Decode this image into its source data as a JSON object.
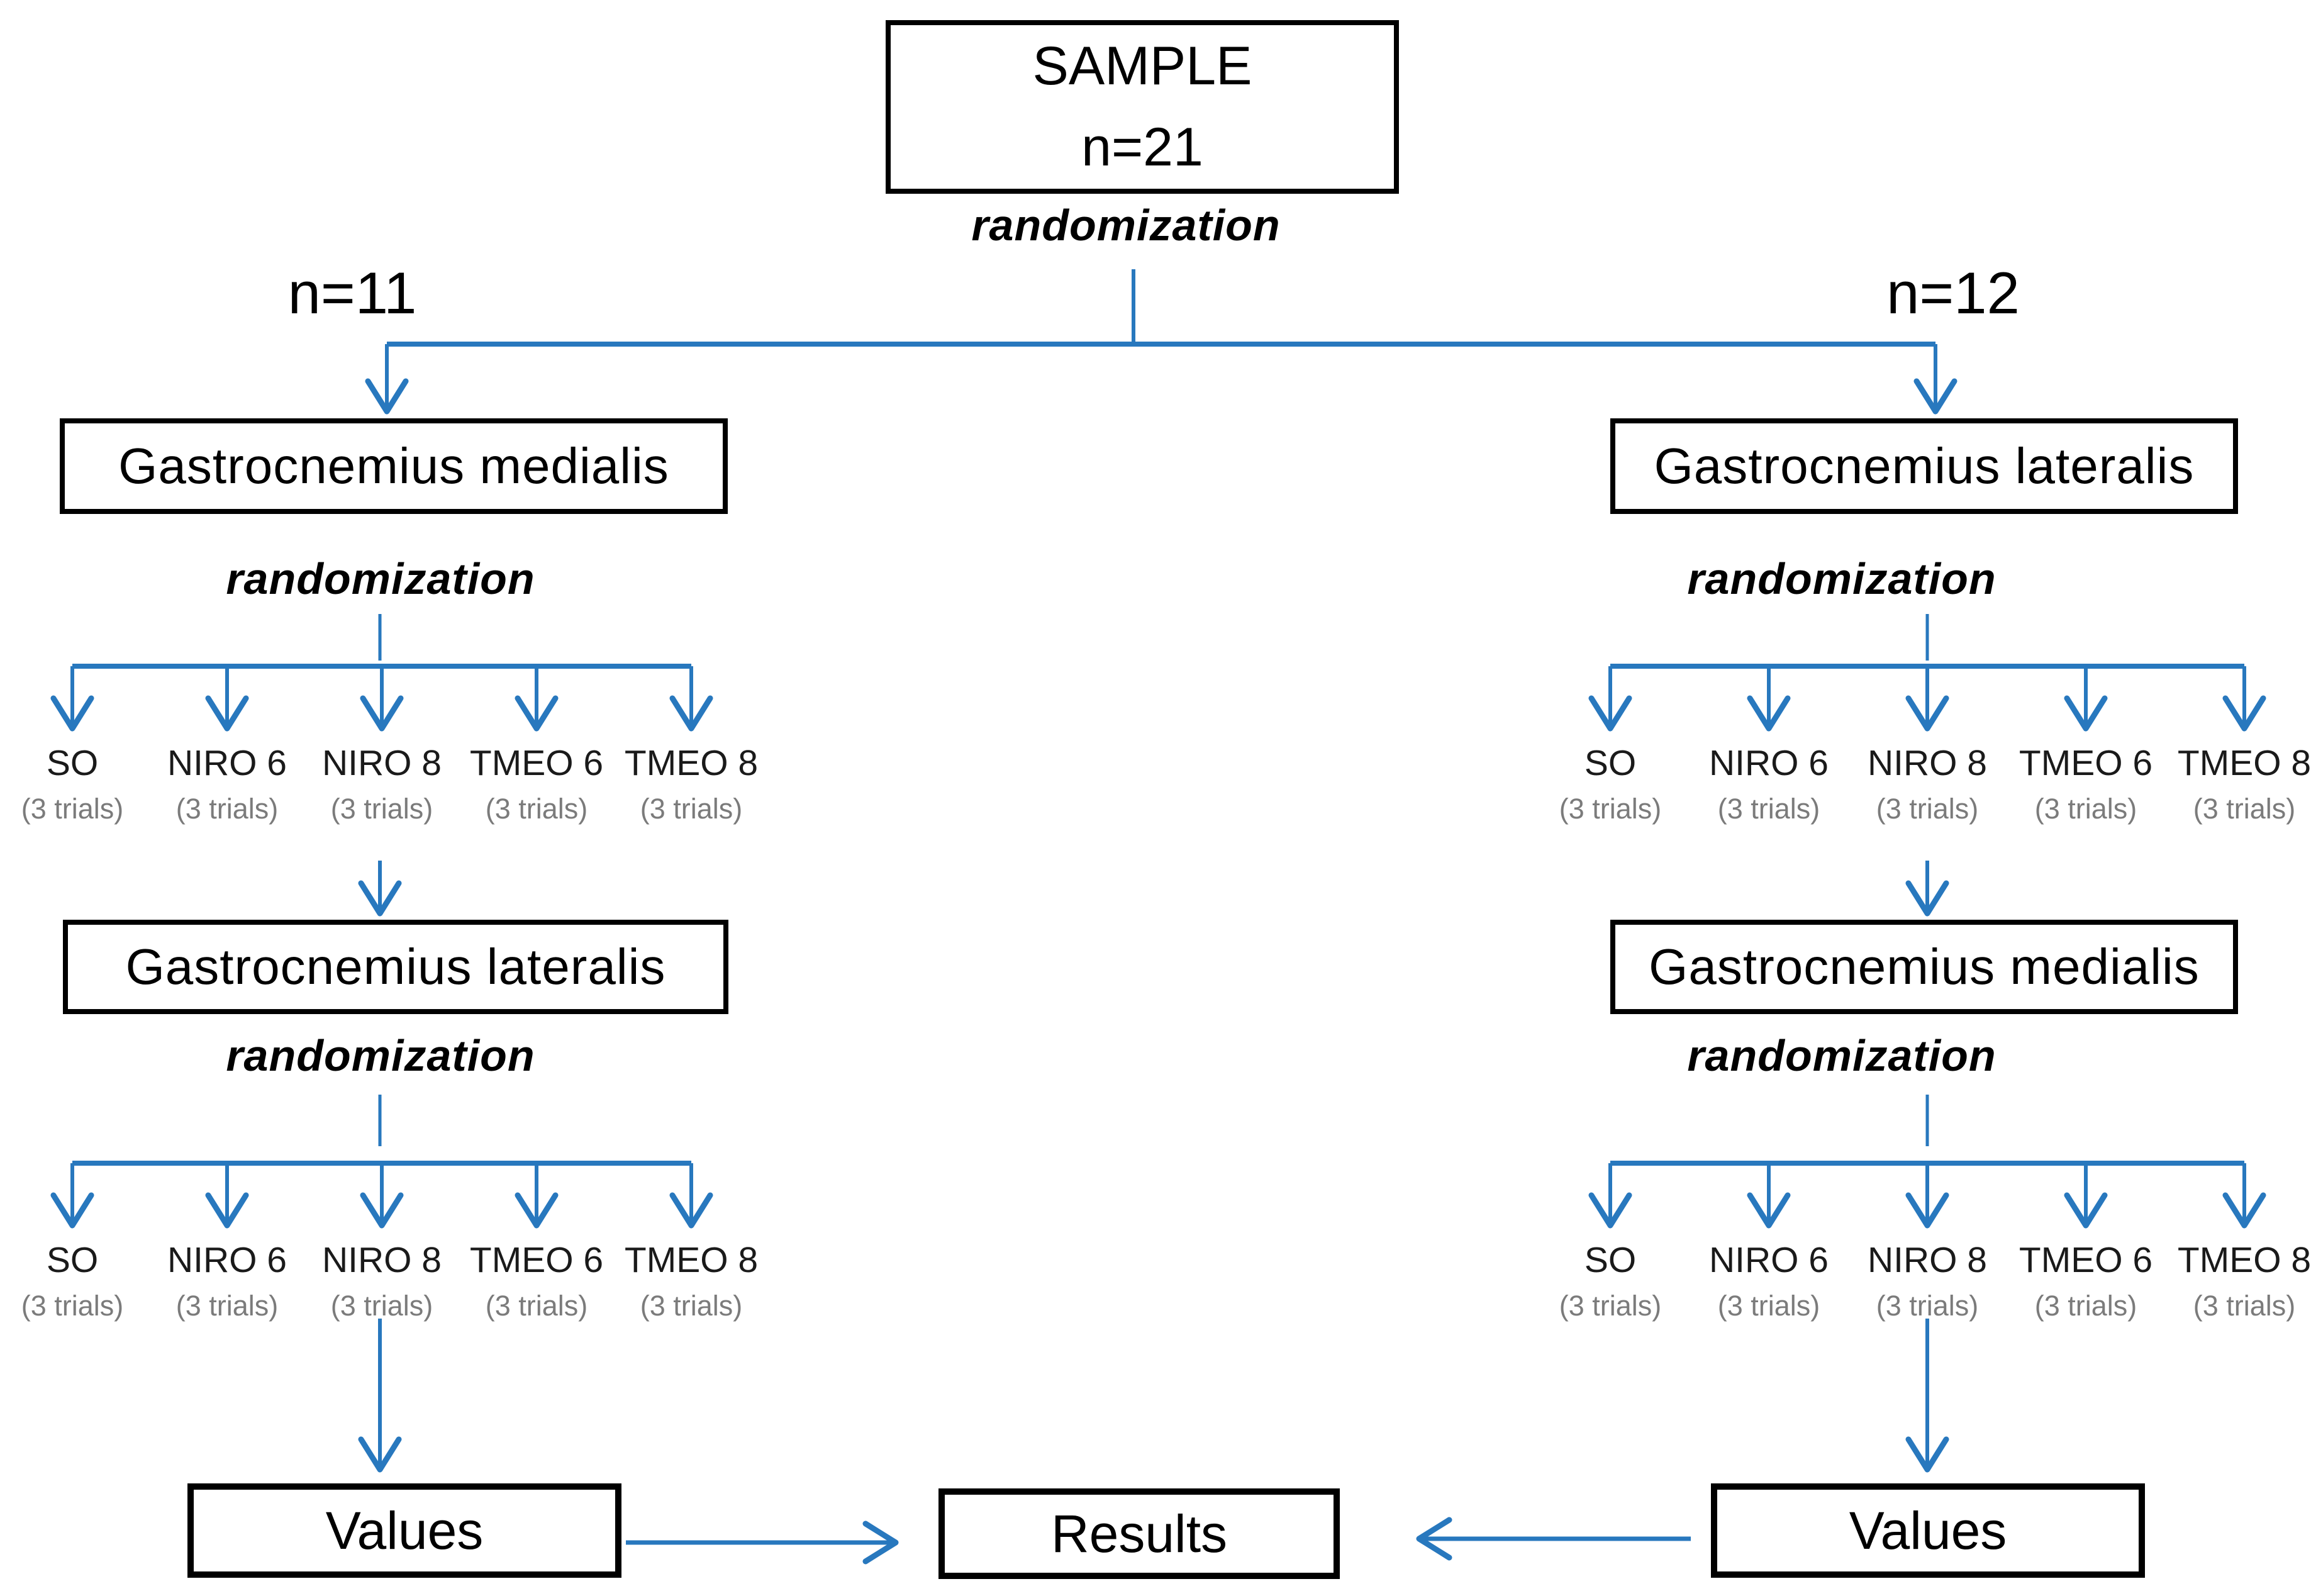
{
  "diagram": {
    "sample": {
      "line1": "SAMPLE",
      "line2": "n=21"
    },
    "randomization_label": "randomization",
    "left_arm": {
      "n_label": "n=11",
      "box1": "Gastrocnemius medialis",
      "box2": "Gastrocnemius lateralis",
      "values_label": "Values"
    },
    "right_arm": {
      "n_label": "n=12",
      "box1": "Gastrocnemius lateralis",
      "box2": "Gastrocnemius medialis",
      "values_label": "Values"
    },
    "results_label": "Results",
    "conditions": [
      {
        "label": "SO",
        "trials": "(3 trials)"
      },
      {
        "label": "NIRO 6",
        "trials": "(3 trials)"
      },
      {
        "label": "NIRO 8",
        "trials": "(3 trials)"
      },
      {
        "label": "TMEO 6",
        "trials": "(3 trials)"
      },
      {
        "label": "TMEO 8",
        "trials": "(3 trials)"
      }
    ],
    "colors": {
      "connector_blue": "#2878BE",
      "trials_gray": "#7B7B7B",
      "box_border": "#000000"
    }
  }
}
